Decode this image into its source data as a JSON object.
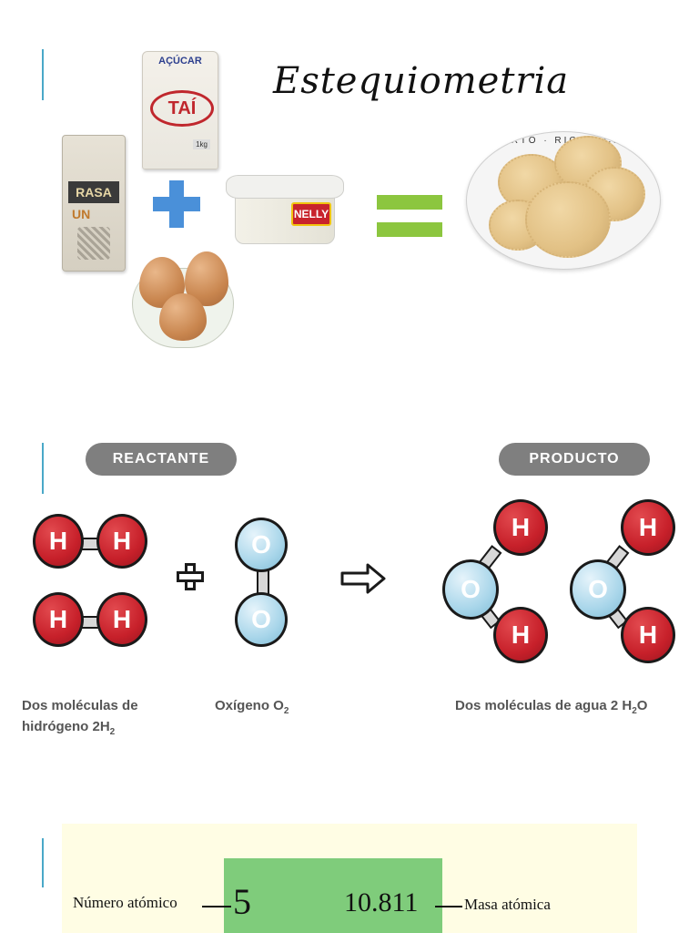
{
  "slide1": {
    "title": "Estequiometria",
    "ingredients": {
      "sugar_bag_top": "AÇÚCAR",
      "sugar_bag_brand": "TAÍ",
      "sugar_bag_weight": "1kg",
      "flour_bag_label": "RASA",
      "flour_bag_sub": "UN",
      "butter_brand": "NELLY"
    },
    "plate_rim_text": "ALBERTO · RICH · CRACK",
    "colors": {
      "plus": "#4a90d9",
      "equals": "#8cc63f"
    }
  },
  "slide2": {
    "reactant_label": "REACTANTE",
    "product_label": "PRODUCTO",
    "atom_h": "H",
    "atom_o": "O",
    "caption_h2_line1": "Dos moléculas de",
    "caption_h2_line2": "hidrógeno 2H",
    "caption_h2_sub": "2",
    "caption_o2": "Oxígeno O",
    "caption_o2_sub": "2",
    "caption_h2o": "Dos moléculas de agua 2 H",
    "caption_h2o_sub": "2",
    "caption_h2o_end": "O",
    "colors": {
      "hydrogen": "#c7202a",
      "oxygen": "#a9d6ea",
      "pill": "#7f7f7f"
    }
  },
  "slide3": {
    "atomic_number_label": "Número atómico",
    "atomic_number": "5",
    "atomic_mass": "10.811",
    "atomic_mass_label": "Masa atómica",
    "colors": {
      "panel": "#fffde4",
      "box": "#7fcc7b"
    }
  }
}
